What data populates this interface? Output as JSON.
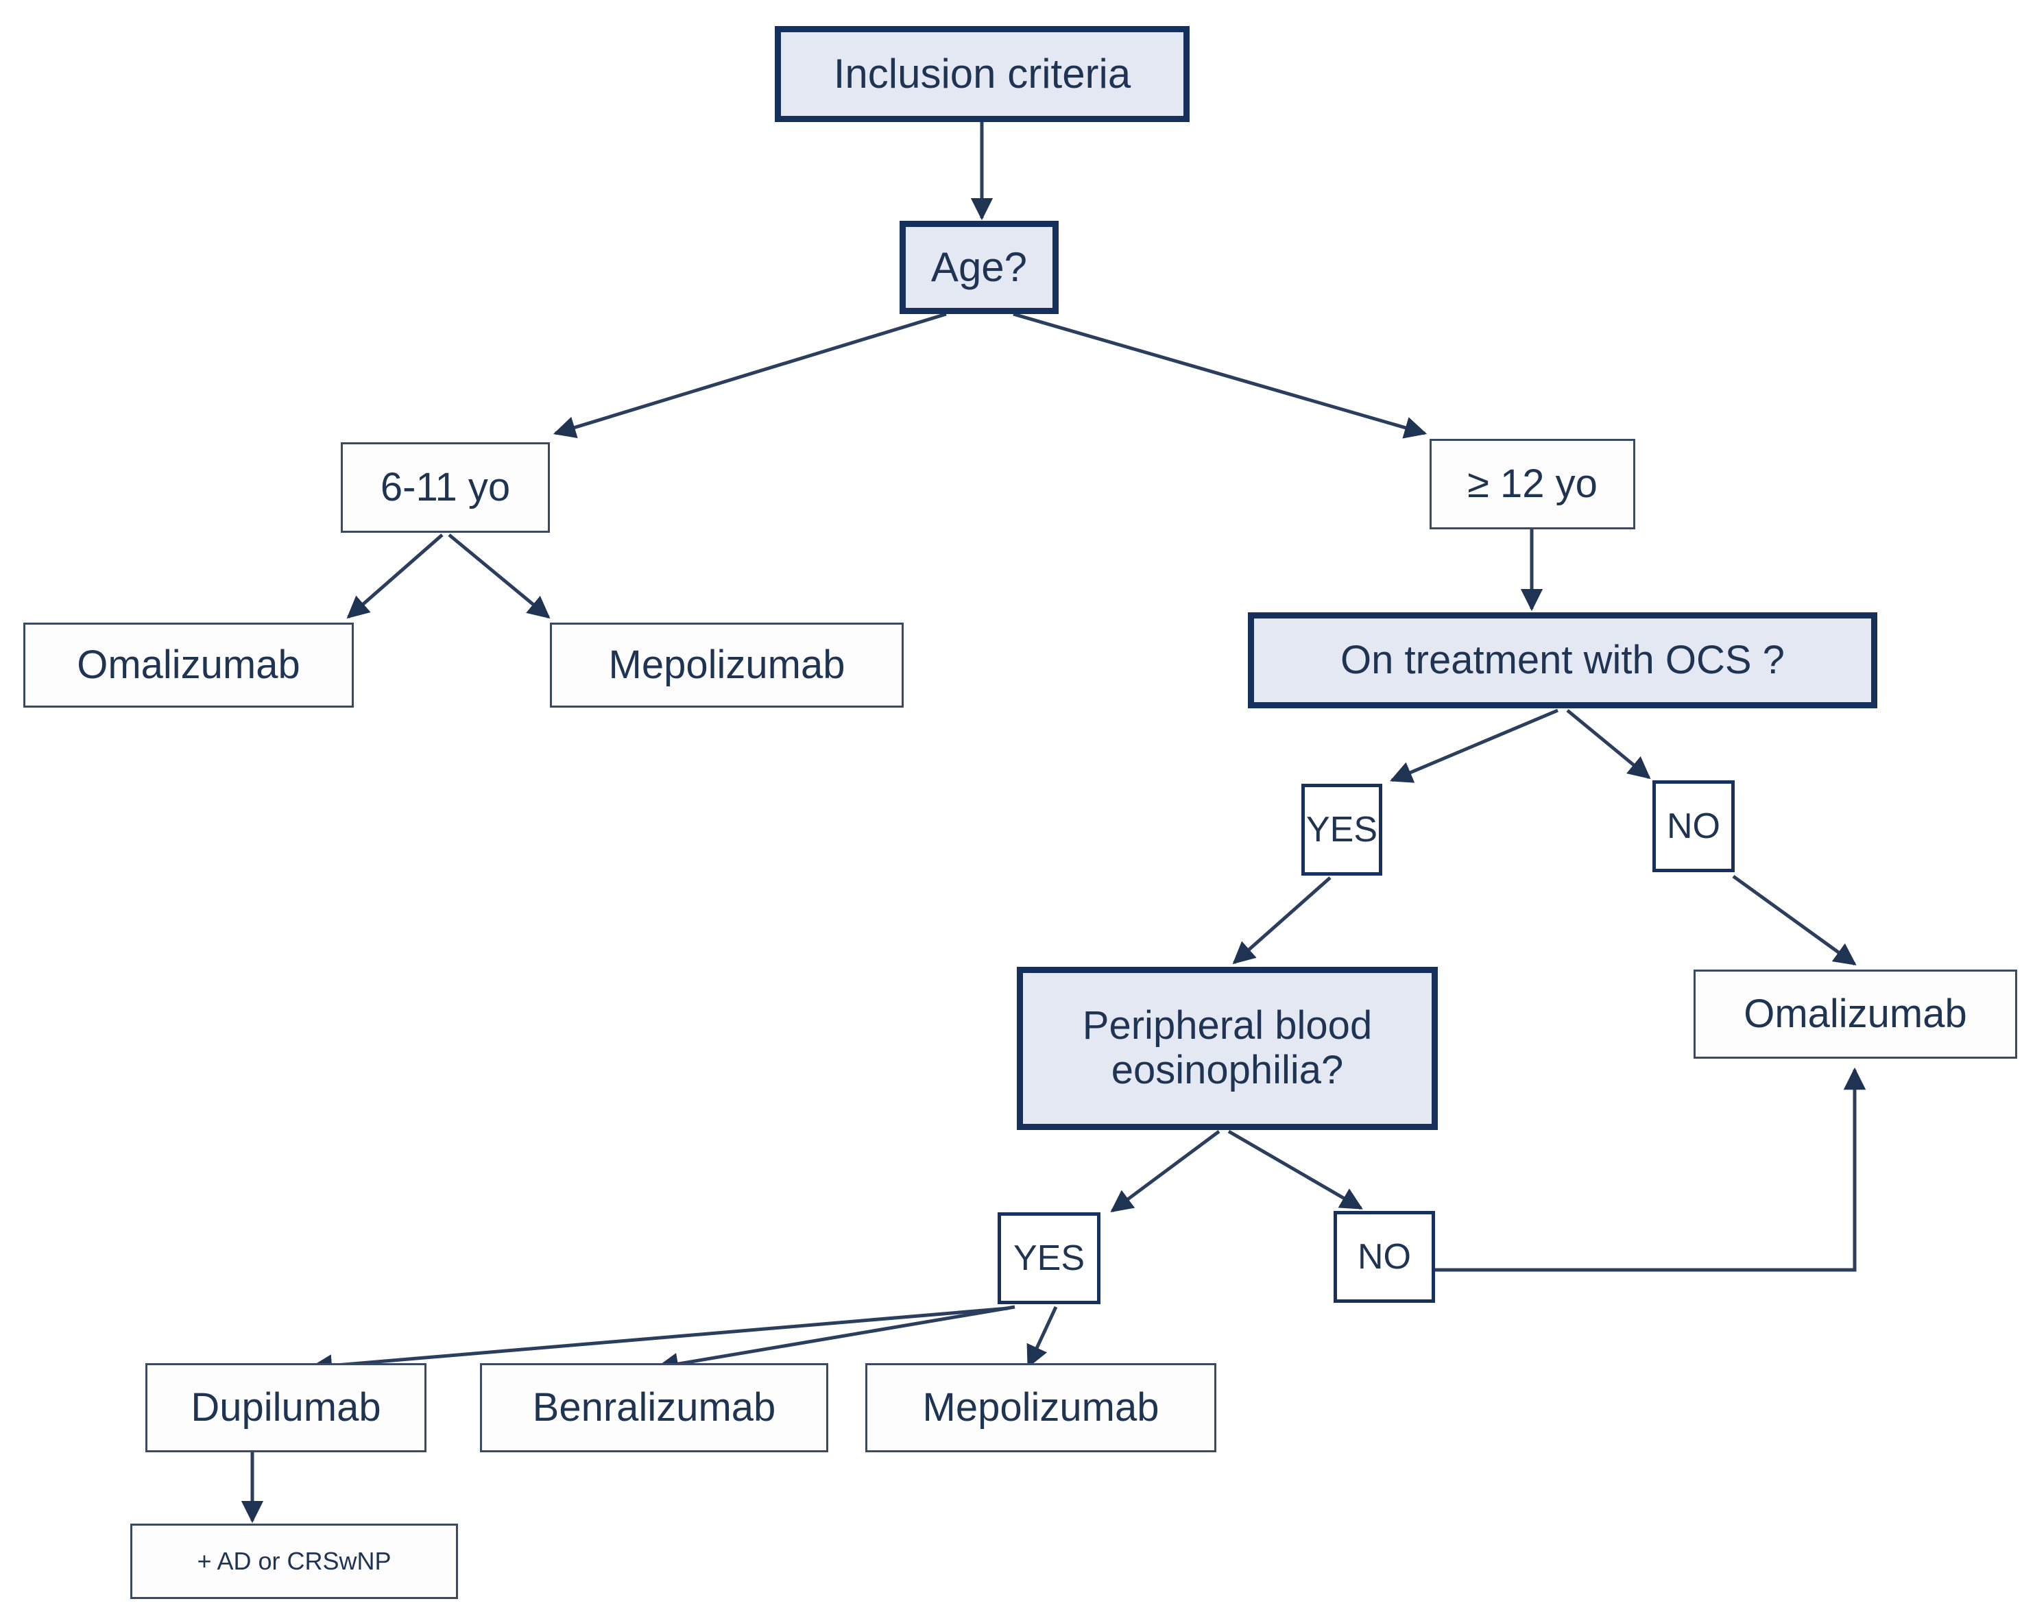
{
  "diagram": {
    "title": "Biologic selection decision tree",
    "colors": {
      "decision_fill": "#e3e8f3",
      "decision_border": "#16305c",
      "outcome_fill": "#ffffff",
      "outcome_border": "#3a4a63",
      "text": "#1f3352",
      "edge": "#2c3e5d",
      "background": "#ffffff"
    },
    "nodes": {
      "inclusion_criteria": "Inclusion criteria",
      "age_question": "Age?",
      "age_child": "6-11 yo",
      "age_adult": "≥ 12 yo",
      "child_omalizumab": "Omalizumab",
      "child_mepolizumab": "Mepolizumab",
      "ocs_question": "On treatment with OCS ?",
      "ocs_yes": "YES",
      "ocs_no": "NO",
      "eosinophilia_question": "Peripheral blood\neosinophilia?",
      "eos_yes": "YES",
      "eos_no": "NO",
      "ocs_no_omalizumab": "Omalizumab",
      "dupilumab": "Dupilumab",
      "benralizumab": "Benralizumab",
      "mepolizumab": "Mepolizumab",
      "dupilumab_note": "+ AD or CRSwNP"
    }
  },
  "chart_data": {
    "type": "diagram",
    "title": "Inclusion criteria biologic treatment algorithm",
    "nodes": [
      {
        "id": "inclusion_criteria",
        "label": "Inclusion criteria",
        "kind": "decision"
      },
      {
        "id": "age_question",
        "label": "Age?",
        "kind": "decision"
      },
      {
        "id": "age_child",
        "label": "6-11 yo",
        "kind": "branch"
      },
      {
        "id": "age_adult",
        "label": "≥ 12 yo",
        "kind": "branch"
      },
      {
        "id": "child_omalizumab",
        "label": "Omalizumab",
        "kind": "outcome"
      },
      {
        "id": "child_mepolizumab",
        "label": "Mepolizumab",
        "kind": "outcome"
      },
      {
        "id": "ocs_question",
        "label": "On treatment with OCS ?",
        "kind": "decision"
      },
      {
        "id": "ocs_yes",
        "label": "YES",
        "kind": "branch"
      },
      {
        "id": "ocs_no",
        "label": "NO",
        "kind": "branch"
      },
      {
        "id": "eosinophilia_question",
        "label": "Peripheral blood eosinophilia?",
        "kind": "decision"
      },
      {
        "id": "eos_yes",
        "label": "YES",
        "kind": "branch"
      },
      {
        "id": "eos_no",
        "label": "NO",
        "kind": "branch"
      },
      {
        "id": "ocs_no_omalizumab",
        "label": "Omalizumab",
        "kind": "outcome"
      },
      {
        "id": "dupilumab",
        "label": "Dupilumab",
        "kind": "outcome"
      },
      {
        "id": "benralizumab",
        "label": "Benralizumab",
        "kind": "outcome"
      },
      {
        "id": "mepolizumab",
        "label": "Mepolizumab",
        "kind": "outcome"
      },
      {
        "id": "dupilumab_note",
        "label": "+ AD or CRSwNP",
        "kind": "note"
      }
    ],
    "edges": [
      {
        "from": "inclusion_criteria",
        "to": "age_question"
      },
      {
        "from": "age_question",
        "to": "age_child"
      },
      {
        "from": "age_question",
        "to": "age_adult"
      },
      {
        "from": "age_child",
        "to": "child_omalizumab"
      },
      {
        "from": "age_child",
        "to": "child_mepolizumab"
      },
      {
        "from": "age_adult",
        "to": "ocs_question"
      },
      {
        "from": "ocs_question",
        "to": "ocs_yes"
      },
      {
        "from": "ocs_question",
        "to": "ocs_no"
      },
      {
        "from": "ocs_yes",
        "to": "eosinophilia_question"
      },
      {
        "from": "ocs_no",
        "to": "ocs_no_omalizumab"
      },
      {
        "from": "eosinophilia_question",
        "to": "eos_yes"
      },
      {
        "from": "eosinophilia_question",
        "to": "eos_no"
      },
      {
        "from": "eos_no",
        "to": "ocs_no_omalizumab"
      },
      {
        "from": "eos_yes",
        "to": "dupilumab"
      },
      {
        "from": "eos_yes",
        "to": "benralizumab"
      },
      {
        "from": "eos_yes",
        "to": "mepolizumab"
      },
      {
        "from": "dupilumab",
        "to": "dupilumab_note"
      }
    ]
  }
}
